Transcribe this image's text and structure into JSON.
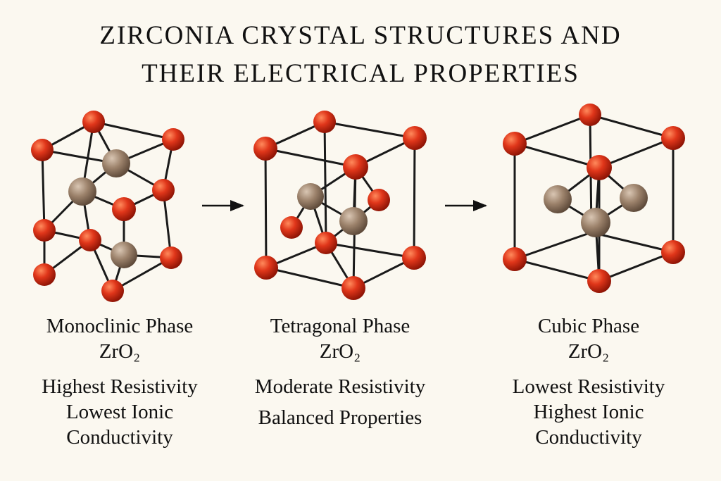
{
  "title": {
    "line1": "ZIRCONIA CRYSTAL STRUCTURES AND",
    "line2": "THEIR ELECTRICAL PROPERTIES"
  },
  "phases": [
    {
      "name": "Monoclinic Phase",
      "formula": "ZrO₂",
      "props": [
        "Highest Resistivity",
        "Lowest Ionic",
        "Conductivity"
      ]
    },
    {
      "name": "Tetragonal Phase",
      "formula": "ZrO₂",
      "props": [
        "Moderate Resistivity",
        "Balanced Properties"
      ]
    },
    {
      "name": "Cubic Phase",
      "formula": "ZrO₂",
      "props": [
        "Lowest Resistivity",
        "Highest Ionic",
        "Conductivity"
      ]
    }
  ],
  "colors": {
    "oxygen": "#d42a0e",
    "zirconium": "#9a806a",
    "bond": "#1a1a1a",
    "background": "#fbf8f0"
  }
}
